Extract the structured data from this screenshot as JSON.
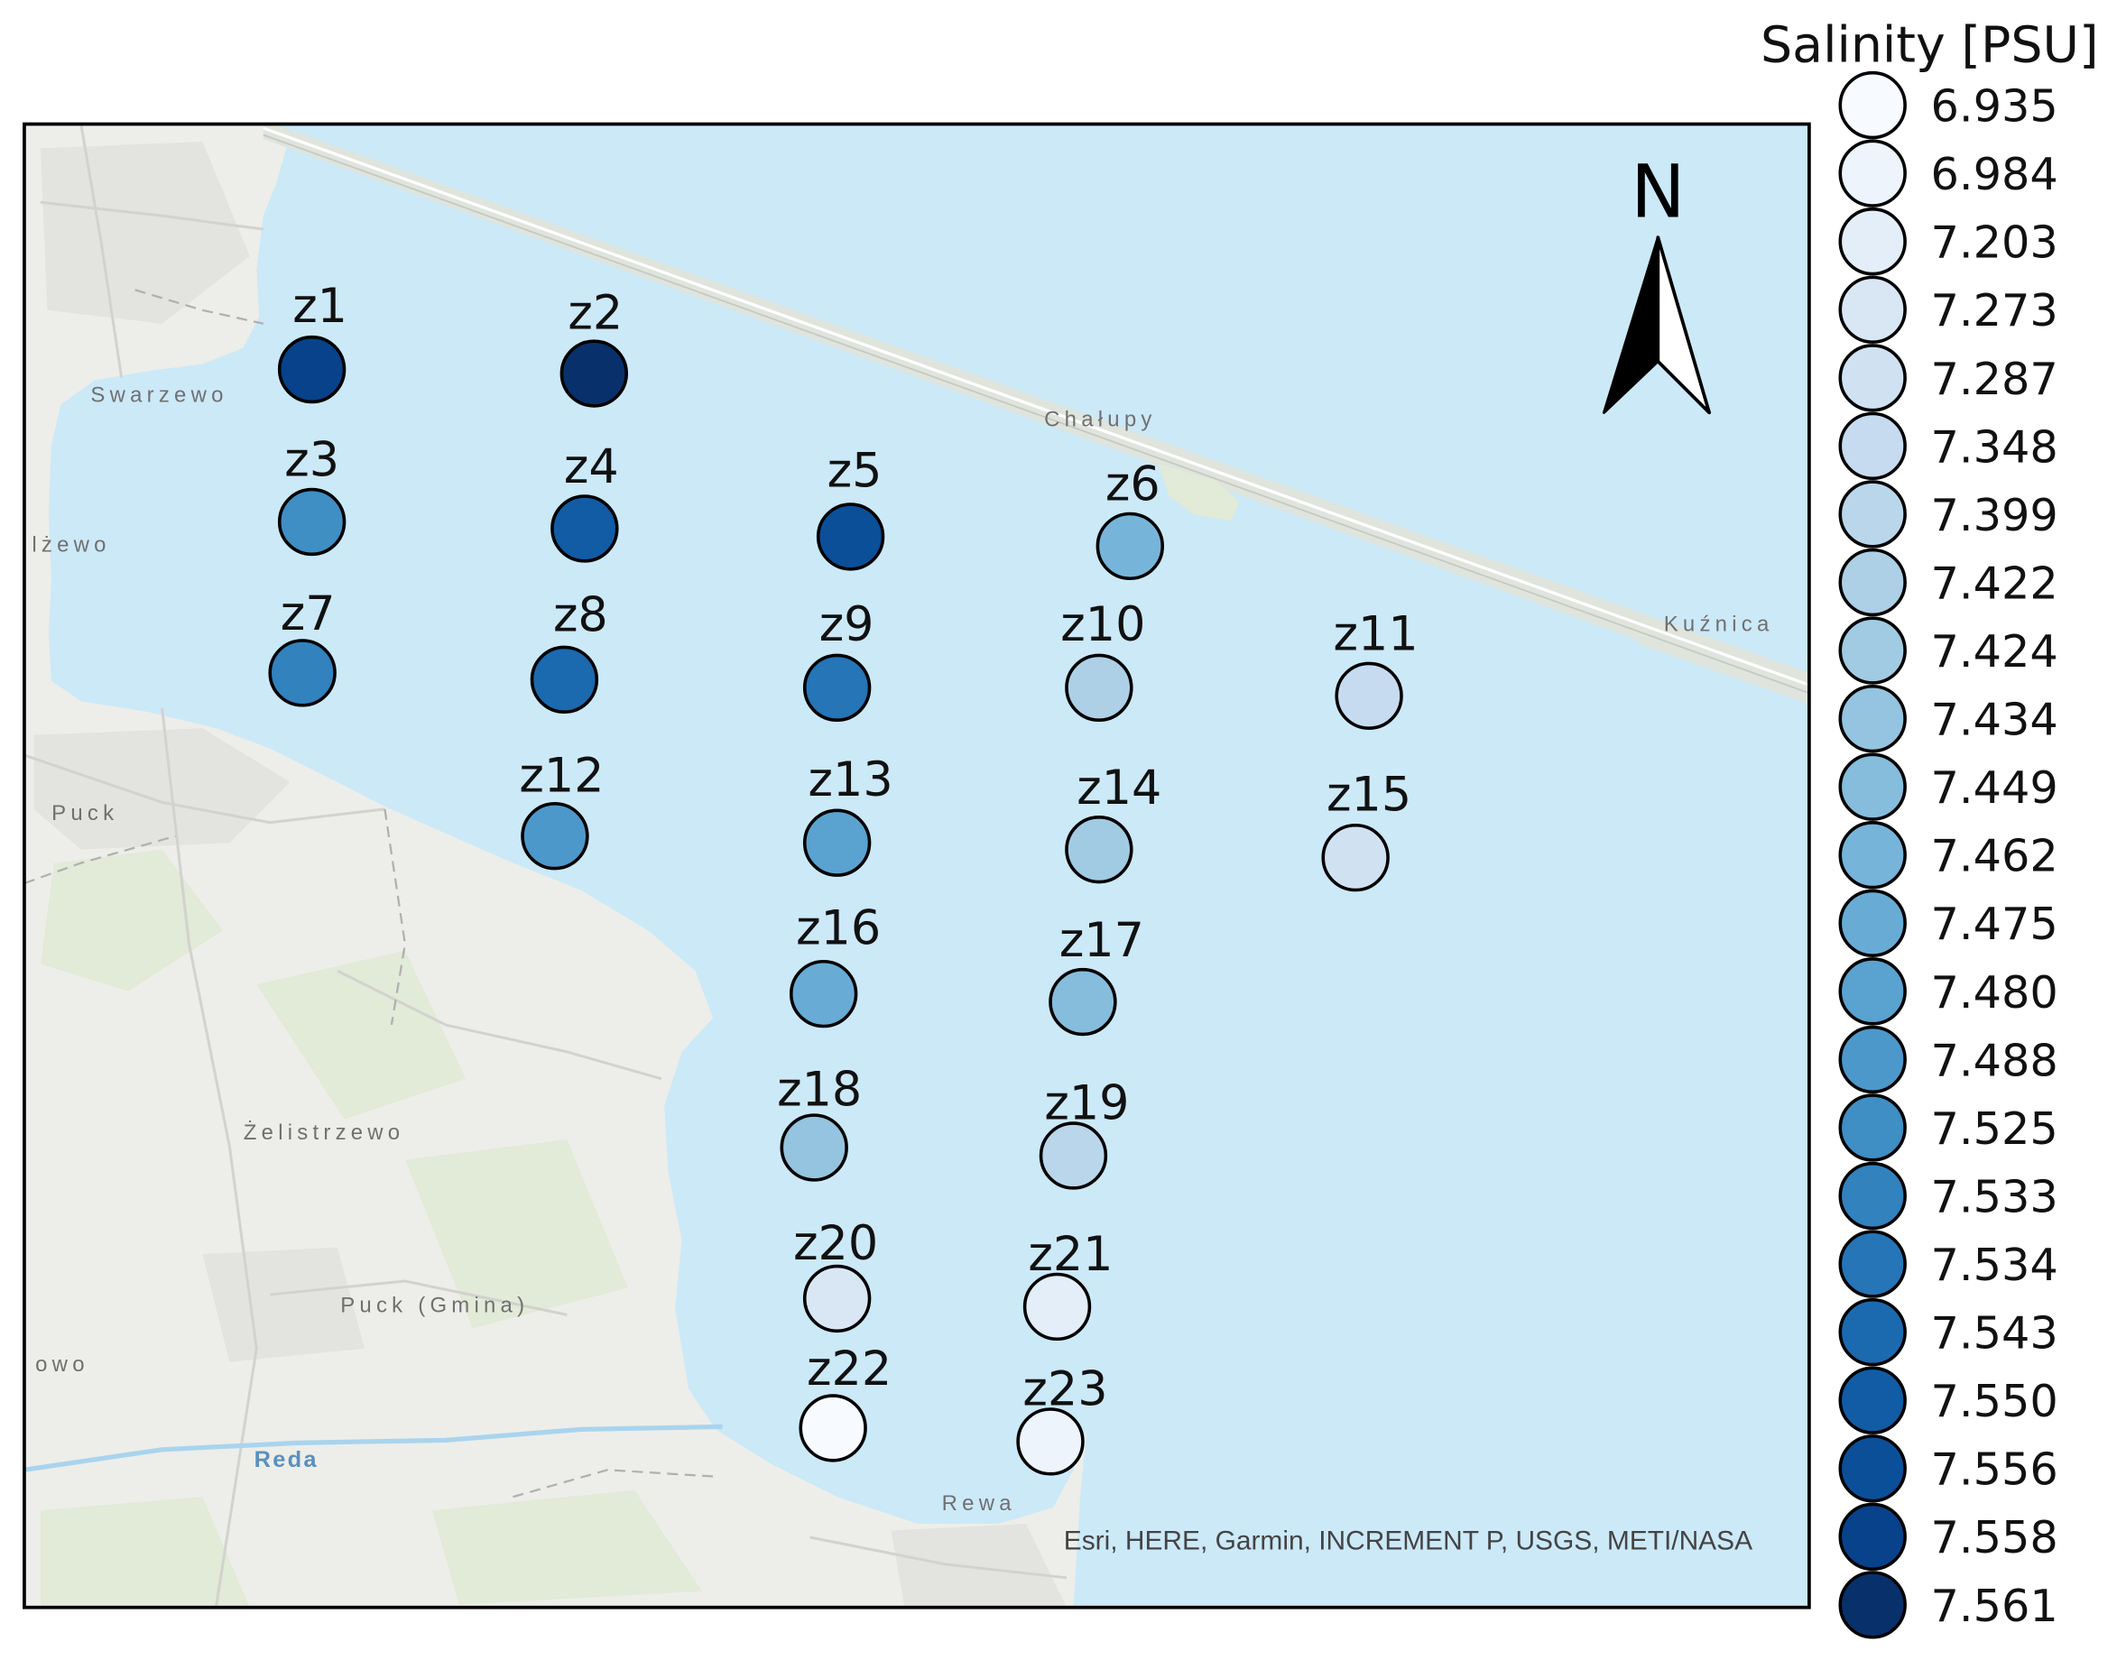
{
  "map": {
    "colors": {
      "water": "#cce9f8",
      "land": "#edeee9",
      "land_green": "#e2ead8",
      "settlement": "#e3e3df",
      "spit": "#dfe4dc",
      "road": "#d4d4d0",
      "river": "#a9d4ee",
      "frame": "#000000"
    },
    "place_labels": {
      "swarzewo": "Swarzewo",
      "chalupy": "Chałupy",
      "kuznica": "Kuźnica",
      "puck": "Puck",
      "zelistrzewo": "Żelistrzewo",
      "puck_gmina": "Puck (Gmina)",
      "reda": "Reda",
      "rewa": "Rewa",
      "left_partial_1": "lżewo",
      "left_partial_2": "owo"
    },
    "attribution": "Esri, HERE, Garmin, INCREMENT P, USGS, METI/NASA",
    "north_label": "N"
  },
  "legend": {
    "title": "Salinity [PSU]",
    "items": [
      {
        "value": "6.935",
        "color": "#f7fbff"
      },
      {
        "value": "6.984",
        "color": "#edf4fc"
      },
      {
        "value": "7.203",
        "color": "#e3eef8"
      },
      {
        "value": "7.273",
        "color": "#d9e7f5"
      },
      {
        "value": "7.287",
        "color": "#d0e2f2"
      },
      {
        "value": "7.348",
        "color": "#c6dbef"
      },
      {
        "value": "7.399",
        "color": "#bad6eb"
      },
      {
        "value": "7.422",
        "color": "#add0e6"
      },
      {
        "value": "7.424",
        "color": "#a1cbe2"
      },
      {
        "value": "7.434",
        "color": "#94c4df"
      },
      {
        "value": "7.449",
        "color": "#86bcdc"
      },
      {
        "value": "7.462",
        "color": "#77b4d9"
      },
      {
        "value": "7.475",
        "color": "#68acd5"
      },
      {
        "value": "7.480",
        "color": "#5aa2cf"
      },
      {
        "value": "7.488",
        "color": "#4d98ca"
      },
      {
        "value": "7.525",
        "color": "#3f8ec4"
      },
      {
        "value": "7.533",
        "color": "#3282be"
      },
      {
        "value": "7.534",
        "color": "#2575b7"
      },
      {
        "value": "7.543",
        "color": "#1b69af"
      },
      {
        "value": "7.550",
        "color": "#115ca5"
      },
      {
        "value": "7.556",
        "color": "#0b4f98"
      },
      {
        "value": "7.558",
        "color": "#08428a"
      },
      {
        "value": "7.561",
        "color": "#08306b"
      }
    ]
  },
  "stations": [
    {
      "name": "z1",
      "salinity": "7.558"
    },
    {
      "name": "z2",
      "salinity": "7.561"
    },
    {
      "name": "z3",
      "salinity": "7.525"
    },
    {
      "name": "z4",
      "salinity": "7.550"
    },
    {
      "name": "z5",
      "salinity": "7.556"
    },
    {
      "name": "z6",
      "salinity": "7.462"
    },
    {
      "name": "z7",
      "salinity": "7.533"
    },
    {
      "name": "z8",
      "salinity": "7.543"
    },
    {
      "name": "z9",
      "salinity": "7.534"
    },
    {
      "name": "z10",
      "salinity": "7.422"
    },
    {
      "name": "z11",
      "salinity": "7.348"
    },
    {
      "name": "z12",
      "salinity": "7.488"
    },
    {
      "name": "z13",
      "salinity": "7.480"
    },
    {
      "name": "z14",
      "salinity": "7.424"
    },
    {
      "name": "z15",
      "salinity": "7.287"
    },
    {
      "name": "z16",
      "salinity": "7.475"
    },
    {
      "name": "z17",
      "salinity": "7.449"
    },
    {
      "name": "z18",
      "salinity": "7.434"
    },
    {
      "name": "z19",
      "salinity": "7.399"
    },
    {
      "name": "z20",
      "salinity": "7.273"
    },
    {
      "name": "z21",
      "salinity": "7.203"
    },
    {
      "name": "z22",
      "salinity": "6.935"
    },
    {
      "name": "z23",
      "salinity": "6.984"
    }
  ]
}
